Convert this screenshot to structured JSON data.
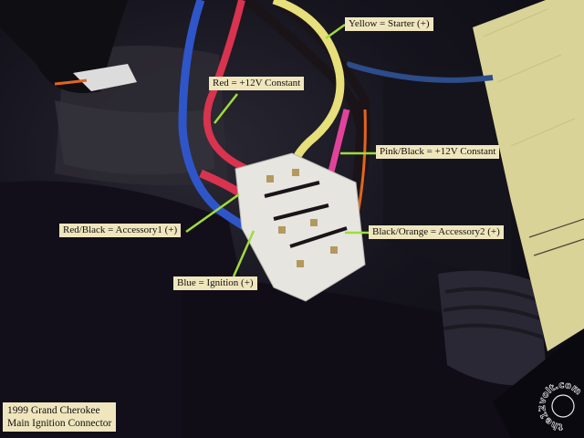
{
  "photo": {
    "subject": "Main ignition switch wiring connector",
    "colors": {
      "label_bg": "#efe6bd",
      "leader_line": "#9fdc3c",
      "wire_yellow": "#e6df7a",
      "wire_red": "#d8334f",
      "wire_pink": "#e0449a",
      "wire_blue": "#2f56c8",
      "wire_black": "#1a1418",
      "wire_orange": "#e2651d",
      "connector": "#e7e5e0",
      "strap": "#d9d398"
    }
  },
  "labels": {
    "yellow": "Yellow = Starter (+)",
    "red": "Red = +12V Constant",
    "pink_black": "Pink/Black = +12V Constant",
    "red_black": "Red/Black = Accessory1 (+)",
    "black_orange": "Black/Orange = Accessory2 (+)",
    "blue": "Blue = Ignition (+)"
  },
  "caption": {
    "line1": "1999 Grand Cherokee",
    "line2": "Main Ignition Connector"
  },
  "watermark": {
    "text": "the12volt.com"
  }
}
